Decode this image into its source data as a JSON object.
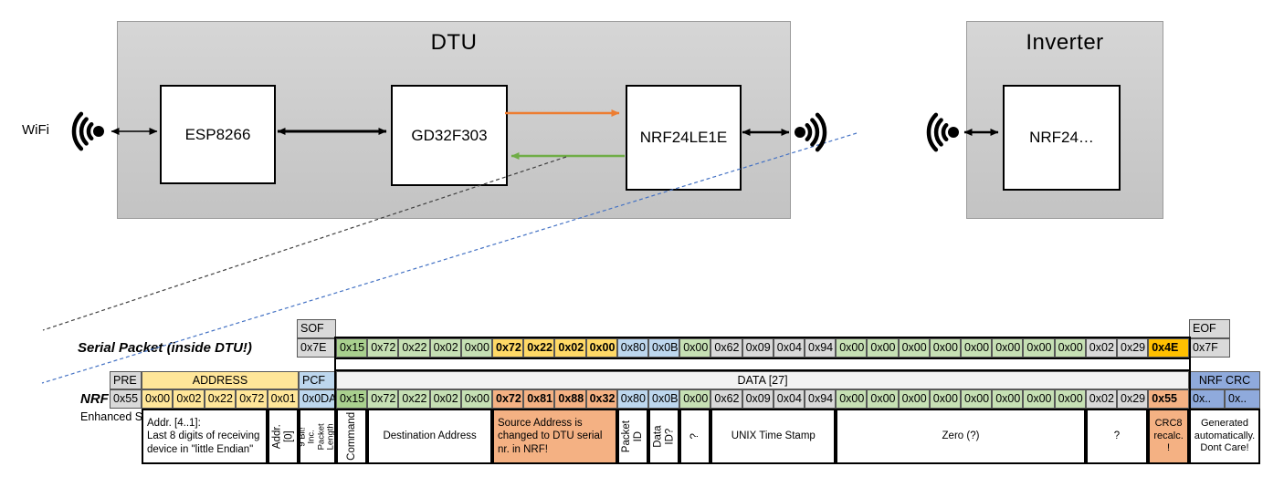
{
  "diagram": {
    "wifi_label": "WiFi",
    "dtu": {
      "title": "DTU",
      "components": [
        "ESP8266",
        "GD32F303",
        "NRF24LE1E"
      ]
    },
    "inverter": {
      "title": "Inverter",
      "component": "NRF24…"
    },
    "colors": {
      "orange_arrow": "#ED7D31",
      "green_arrow": "#70AD47",
      "blue_dash": "#4472C4",
      "black": "#000000"
    }
  },
  "palette": {
    "cmd": "#A9D08E",
    "grn": "#C6E0B4",
    "gry": "#D9D9D9",
    "blu": "#BDD7EE",
    "src_serial": "#FFD966",
    "crc_serial": "#FFC000",
    "src_nrf": "#F4B183",
    "crc_nrf": "#F4B183",
    "addr": "#FFE699",
    "pcf": "#BDD7EE",
    "hdr": "#D9D9D9",
    "data_hdr": "#F2F2F2",
    "crc_blu": "#8FAADC",
    "salmon": "#F4B183",
    "white": "#FFFFFF"
  },
  "serial_packet": {
    "label": "Serial Packet (inside DTU!)",
    "sof": {
      "header": "SOF",
      "value": "0x7E"
    },
    "eof": {
      "header": "EOF",
      "value": "0x7F"
    },
    "bytes": [
      {
        "v": "0x15",
        "k": "cmd"
      },
      {
        "v": "0x72",
        "k": "grn"
      },
      {
        "v": "0x22",
        "k": "grn"
      },
      {
        "v": "0x02",
        "k": "grn"
      },
      {
        "v": "0x00",
        "k": "grn"
      },
      {
        "v": "0x72",
        "k": "src_serial",
        "b": true
      },
      {
        "v": "0x22",
        "k": "src_serial",
        "b": true
      },
      {
        "v": "0x02",
        "k": "src_serial",
        "b": true
      },
      {
        "v": "0x00",
        "k": "src_serial",
        "b": true
      },
      {
        "v": "0x80",
        "k": "blu"
      },
      {
        "v": "0x0B",
        "k": "blu"
      },
      {
        "v": "0x00",
        "k": "grn"
      },
      {
        "v": "0x62",
        "k": "gry"
      },
      {
        "v": "0x09",
        "k": "gry"
      },
      {
        "v": "0x04",
        "k": "gry"
      },
      {
        "v": "0x94",
        "k": "gry"
      },
      {
        "v": "0x00",
        "k": "grn"
      },
      {
        "v": "0x00",
        "k": "grn"
      },
      {
        "v": "0x00",
        "k": "grn"
      },
      {
        "v": "0x00",
        "k": "grn"
      },
      {
        "v": "0x00",
        "k": "grn"
      },
      {
        "v": "0x00",
        "k": "grn"
      },
      {
        "v": "0x00",
        "k": "grn"
      },
      {
        "v": "0x00",
        "k": "grn"
      },
      {
        "v": "0x02",
        "k": "gry"
      },
      {
        "v": "0x29",
        "k": "gry"
      },
      {
        "v": "0x4E",
        "k": "crc_serial",
        "b": true
      }
    ]
  },
  "nrf_packet": {
    "label": "NRF Packet",
    "sublabel": "Enhanced Shockburst",
    "pre": {
      "header": "PRE",
      "value": "0x55"
    },
    "address": {
      "header": "ADDRESS",
      "values": [
        "0x00",
        "0x02",
        "0x22",
        "0x72",
        "0x01"
      ]
    },
    "pcf": {
      "header": "PCF",
      "value": "0x0DA"
    },
    "data_header": "DATA [27]",
    "crc": {
      "header": "NRF CRC",
      "values": [
        "0x..",
        "0x.."
      ]
    },
    "bytes": [
      {
        "v": "0x15",
        "k": "cmd"
      },
      {
        "v": "0x72",
        "k": "grn"
      },
      {
        "v": "0x22",
        "k": "grn"
      },
      {
        "v": "0x02",
        "k": "grn"
      },
      {
        "v": "0x00",
        "k": "grn"
      },
      {
        "v": "0x72",
        "k": "src_nrf",
        "b": true
      },
      {
        "v": "0x81",
        "k": "src_nrf",
        "b": true
      },
      {
        "v": "0x88",
        "k": "src_nrf",
        "b": true
      },
      {
        "v": "0x32",
        "k": "src_nrf",
        "b": true
      },
      {
        "v": "0x80",
        "k": "blu"
      },
      {
        "v": "0x0B",
        "k": "blu"
      },
      {
        "v": "0x00",
        "k": "grn"
      },
      {
        "v": "0x62",
        "k": "gry"
      },
      {
        "v": "0x09",
        "k": "gry"
      },
      {
        "v": "0x04",
        "k": "gry"
      },
      {
        "v": "0x94",
        "k": "gry"
      },
      {
        "v": "0x00",
        "k": "grn"
      },
      {
        "v": "0x00",
        "k": "grn"
      },
      {
        "v": "0x00",
        "k": "grn"
      },
      {
        "v": "0x00",
        "k": "grn"
      },
      {
        "v": "0x00",
        "k": "grn"
      },
      {
        "v": "0x00",
        "k": "grn"
      },
      {
        "v": "0x00",
        "k": "grn"
      },
      {
        "v": "0x00",
        "k": "grn"
      },
      {
        "v": "0x02",
        "k": "gry"
      },
      {
        "v": "0x29",
        "k": "gry"
      },
      {
        "v": "0x55",
        "k": "crc_nrf",
        "b": true
      }
    ]
  },
  "annotations": [
    {
      "text": "Addr. [4..1]:\nLast 8 digits of receiving\ndevice in \"little Endian\"",
      "area": "addr",
      "cols": [
        0,
        3
      ],
      "align": "left"
    },
    {
      "text": "Addr.[0]",
      "area": "addr",
      "cols": [
        4,
        4
      ],
      "vertical": true
    },
    {
      "text": "9 Bit!\nInc. Packet\nLength",
      "area": "pcf",
      "vertical": true,
      "small": true
    },
    {
      "text": "Command",
      "area": "data",
      "cols": [
        0,
        0
      ],
      "vertical": true
    },
    {
      "text": "Destination Address",
      "area": "data",
      "cols": [
        1,
        4
      ]
    },
    {
      "text": "Source Address is\nchanged to DTU serial\nnr. in NRF!",
      "area": "data",
      "cols": [
        5,
        8
      ],
      "fill": "salmon",
      "align": "left"
    },
    {
      "text": "Packet ID",
      "area": "data",
      "cols": [
        9,
        9
      ],
      "vertical": true
    },
    {
      "text": "Data ID?",
      "area": "data",
      "cols": [
        10,
        10
      ],
      "vertical": true
    },
    {
      "text": "?",
      "area": "data",
      "cols": [
        11,
        11
      ],
      "vertical": true
    },
    {
      "text": "UNIX Time Stamp",
      "area": "data",
      "cols": [
        12,
        15
      ]
    },
    {
      "text": "Zero (?)",
      "area": "data",
      "cols": [
        16,
        23
      ]
    },
    {
      "text": "?",
      "area": "data",
      "cols": [
        24,
        25
      ]
    },
    {
      "text": "CRC8\nrecalc.\n!",
      "area": "data",
      "cols": [
        26,
        26
      ],
      "fill": "salmon",
      "small": true
    },
    {
      "text": "Generated\nautomatically.\nDont Care!",
      "area": "crc",
      "small": true
    }
  ]
}
